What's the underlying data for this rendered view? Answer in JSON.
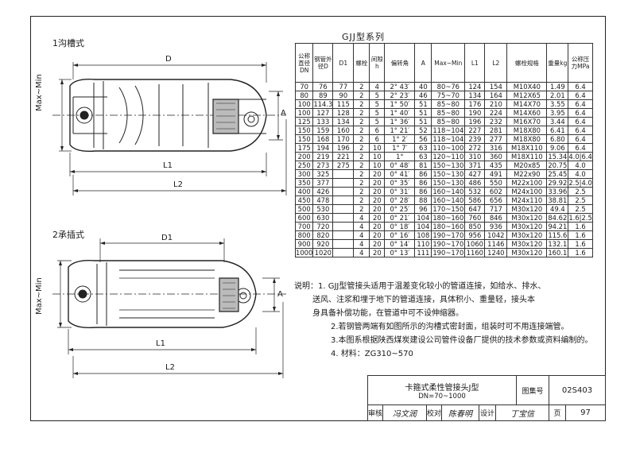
{
  "section_top": "1沟槽式",
  "section_bottom": "2承插式",
  "dims": {
    "D": "D",
    "D1": "D1",
    "A": "A",
    "L1": "L1",
    "L2": "L2",
    "max_min": "Max~Min"
  },
  "table_title": "GJJ型系列",
  "headers": [
    "公称直径DN",
    "钢管外径D",
    "D1",
    "螺栓",
    "间隙h",
    "偏转角",
    "A",
    "Max~Min",
    "L1",
    "L2",
    "螺栓规格",
    "重量kg",
    "公称压力MPa"
  ],
  "rows": [
    [
      "70",
      "76",
      "77",
      "2",
      "4",
      "2° 43′",
      "40",
      "80~76",
      "124",
      "154",
      "M10X40",
      "1.49",
      "6.4"
    ],
    [
      "80",
      "89",
      "90",
      "2",
      "5",
      "2° 23′",
      "46",
      "75~70",
      "134",
      "164",
      "M12X65",
      "2.01",
      "6.4"
    ],
    [
      "100",
      "114.3",
      "115",
      "2",
      "5",
      "1° 50′",
      "51",
      "85~80",
      "176",
      "210",
      "M14X70",
      "3.55",
      "6.4"
    ],
    [
      "100",
      "127",
      "128",
      "2",
      "5",
      "1° 40′",
      "51",
      "85~80",
      "190",
      "224",
      "M14X60",
      "3.95",
      "6.4"
    ],
    [
      "125",
      "133",
      "134",
      "2",
      "5",
      "1° 36′",
      "51",
      "85~80",
      "196",
      "232",
      "M16X70",
      "3.44",
      "6.4"
    ],
    [
      "150",
      "159",
      "160",
      "2",
      "6",
      "1° 21′",
      "52",
      "118~104",
      "227",
      "281",
      "M18X80",
      "6.41",
      "6.4"
    ],
    [
      "150",
      "168",
      "170",
      "2",
      "6",
      "1° 2′",
      "56",
      "118~104",
      "239",
      "277",
      "M18X80",
      "6.80",
      "6.4"
    ],
    [
      "175",
      "194",
      "196",
      "2",
      "10",
      "1° 7′",
      "63",
      "110~100",
      "272",
      "316",
      "M18X110",
      "9.06",
      "6.4"
    ],
    [
      "200",
      "219",
      "221",
      "2",
      "10",
      "1°",
      "63",
      "120~110",
      "310",
      "360",
      "M18X110",
      "15.34",
      "4.0|6.4"
    ],
    [
      "250",
      "273",
      "275",
      "2",
      "10",
      "0° 48′",
      "81",
      "150~130",
      "371",
      "435",
      "M20x85",
      "20.75",
      "4.0"
    ],
    [
      "300",
      "325",
      "",
      "2",
      "20",
      "0° 41′",
      "86",
      "150~130",
      "427",
      "491",
      "M22x90",
      "25.45",
      "4.0"
    ],
    [
      "350",
      "377",
      "",
      "2",
      "20",
      "0° 35′",
      "86",
      "150~130",
      "486",
      "550",
      "M22x100",
      "29.92",
      "2.5|4.0"
    ],
    [
      "400",
      "426",
      "",
      "2",
      "20",
      "0° 31′",
      "86",
      "160~140",
      "532",
      "602",
      "M24x100",
      "33.96",
      "2.5"
    ],
    [
      "450",
      "478",
      "",
      "2",
      "20",
      "0° 28′",
      "88",
      "160~140",
      "586",
      "656",
      "M24x110",
      "38.81",
      "2.5"
    ],
    [
      "500",
      "530",
      "",
      "2",
      "20",
      "0° 25′",
      "96",
      "170~150",
      "647",
      "717",
      "M30x120",
      "49.4",
      "2.5"
    ],
    [
      "600",
      "630",
      "",
      "4",
      "20",
      "0° 21′",
      "104",
      "180~160",
      "760",
      "846",
      "M30x120",
      "84.62",
      "1.6|2.5"
    ],
    [
      "700",
      "720",
      "",
      "4",
      "20",
      "0° 18′",
      "104",
      "180~160",
      "850",
      "936",
      "M30x120",
      "94.21",
      "1.6"
    ],
    [
      "800",
      "820",
      "",
      "4",
      "20",
      "0° 16′",
      "108",
      "190~170",
      "956",
      "1042",
      "M30x120",
      "115.6",
      "1.6"
    ],
    [
      "900",
      "920",
      "",
      "4",
      "20",
      "0° 14′",
      "110",
      "190~170",
      "1060",
      "1146",
      "M30x120",
      "132.1",
      "1.6"
    ],
    [
      "1000",
      "1020",
      "",
      "4",
      "20",
      "0° 13′",
      "111",
      "190~170",
      "1160",
      "1240",
      "M30x120",
      "160.1",
      "1.6"
    ]
  ],
  "notes": {
    "label": "说明：",
    "n1a": "1. GJJ型管接头适用于温差变化较小的管道连接，如给水、排水、",
    "n1b": "送风、注浆和埋于地下的管道连接，具体积小、重量轻，接头本",
    "n1c": "身具备补偿功能，在管道中可不设伸缩器。",
    "n2": "2.若钢管两端有如图所示的沟槽式密封面，组装时可不用连接端管。",
    "n3": "3.本图系根据陕西煤炭建设公司管件设备厂提供的技术参数或资料编制的。",
    "n4": "4.  材料：ZG310~570"
  },
  "title_block": {
    "name": "卡箍式柔性管接头J型",
    "range": "DN=70~1000",
    "atlas_label": "图集号",
    "atlas_no": "02S403",
    "review_label": "审核",
    "review_sign": "冯文润",
    "check_label": "校对",
    "check_sign": "陈春明",
    "design_label": "设计",
    "design_sign": "丁宝信",
    "page_label": "页",
    "page_no": "97"
  }
}
